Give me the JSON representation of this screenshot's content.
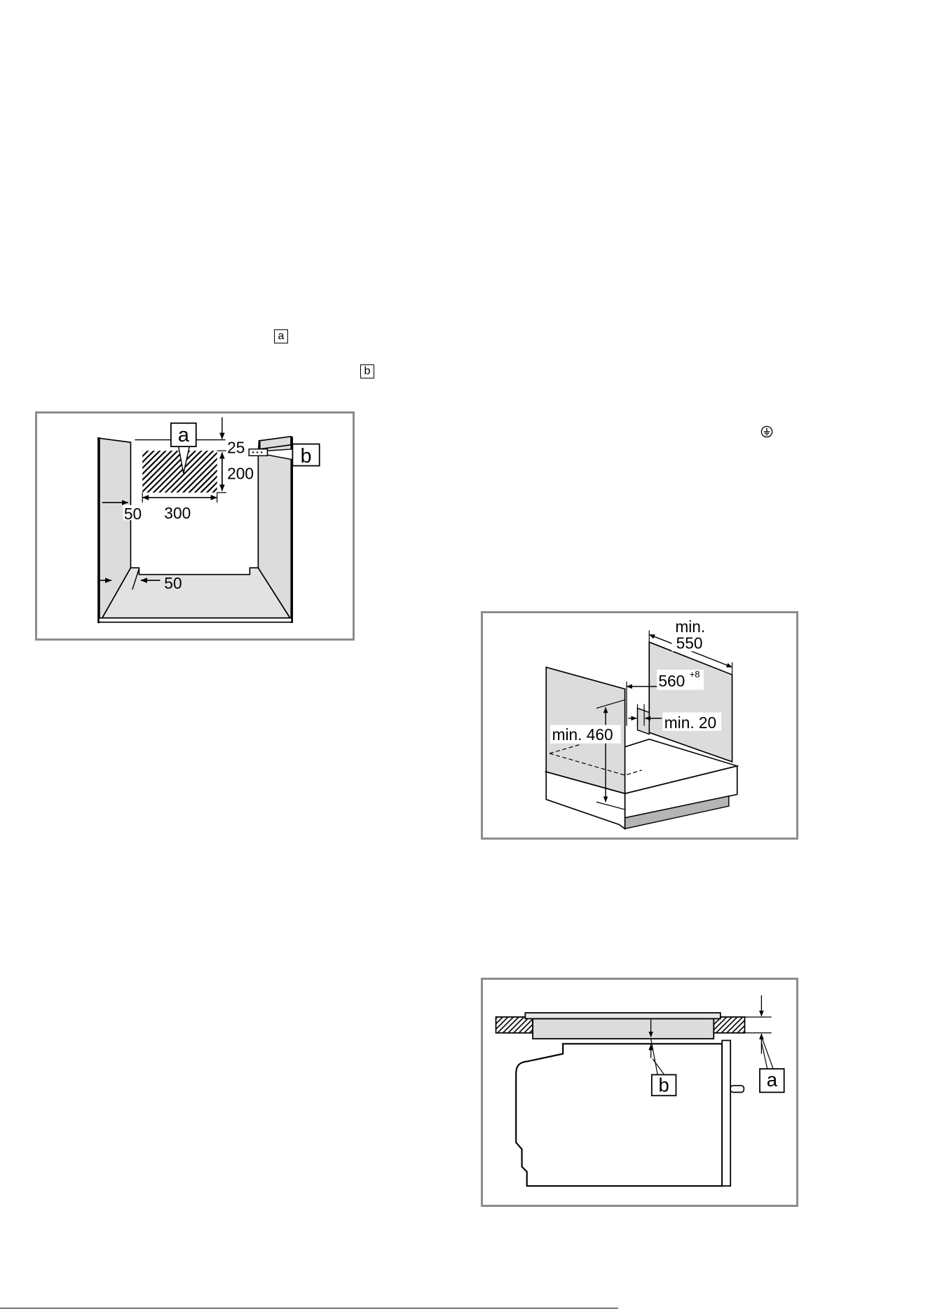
{
  "page": {
    "inline_refs": {
      "ref_a": "a",
      "ref_b": "b"
    },
    "icons": {
      "ground": "protective-earth-ground-icon"
    }
  },
  "figure_1": {
    "callout_a": "a",
    "callout_b": "b",
    "dim_top": "25",
    "dim_height": "200",
    "dim_side": "50",
    "dim_width": "300",
    "dim_bottom": "50"
  },
  "figure_2": {
    "depth_prefix": "min.",
    "depth_value": "550",
    "width_value": "560",
    "width_tolerance": "+8",
    "gap": "min. 20",
    "height": "min. 460"
  },
  "figure_3": {
    "callout_b": "b",
    "callout_a": "a"
  },
  "colors": {
    "frame_border": "#8c8c8c",
    "panel_gray": "#dcdcdc",
    "ink": "#000000"
  }
}
